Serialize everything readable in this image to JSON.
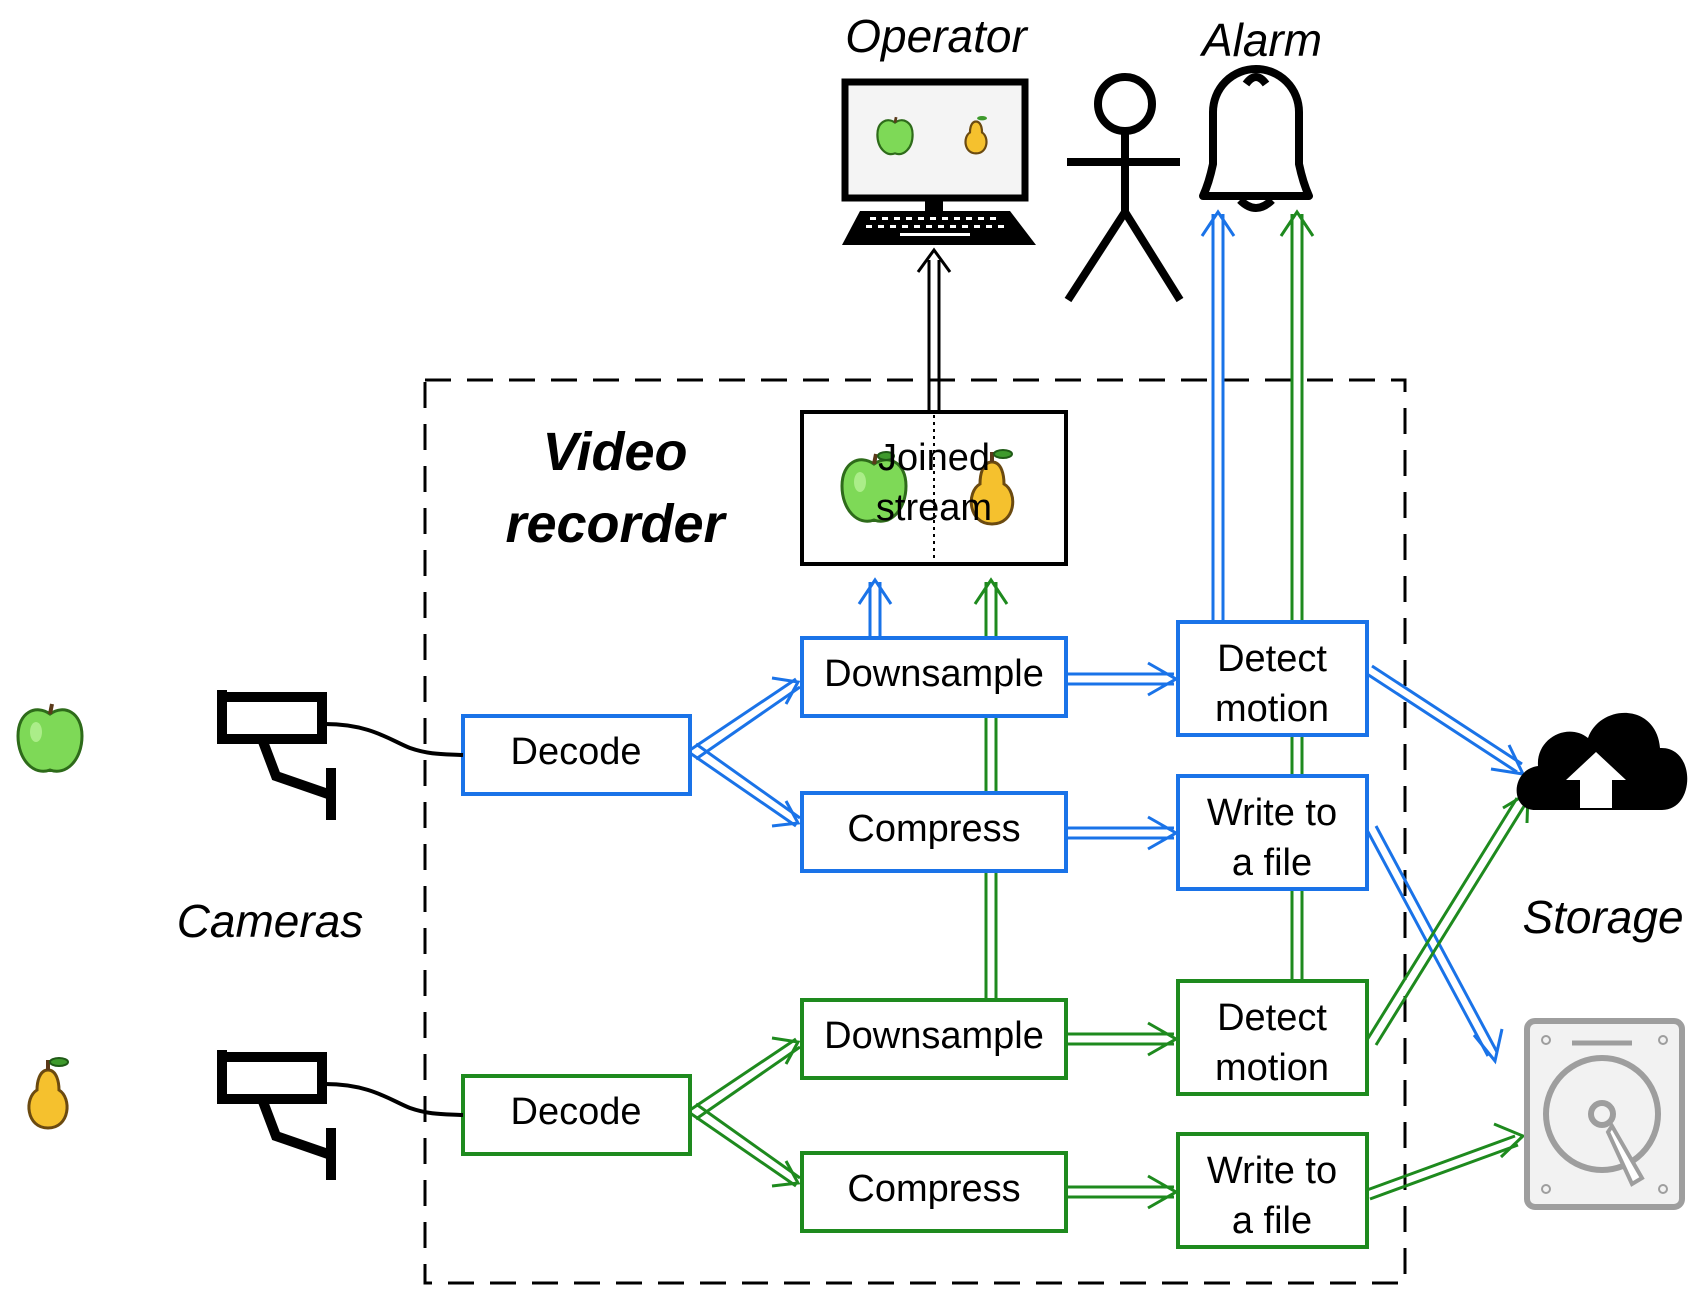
{
  "title": {
    "line1": "Video",
    "line2": "recorder"
  },
  "labels": {
    "operator": "Operator",
    "alarm": "Alarm",
    "cameras": "Cameras",
    "storage": "Storage"
  },
  "joined": {
    "line1": "Joined",
    "line2": "stream"
  },
  "blue_pipeline": {
    "decode": "Decode",
    "downsample": "Downsample",
    "compress": "Compress",
    "detect": {
      "line1": "Detect",
      "line2": "motion"
    },
    "write": {
      "line1": "Write to",
      "line2": "a file"
    }
  },
  "green_pipeline": {
    "decode": "Decode",
    "downsample": "Downsample",
    "compress": "Compress",
    "detect": {
      "line1": "Detect",
      "line2": "motion"
    },
    "write": {
      "line1": "Write to",
      "line2": "a file"
    }
  },
  "colors": {
    "blue": "#1a73e8",
    "green": "#1e8a1e",
    "black": "#000000",
    "apple": "#7ed957",
    "pear": "#f5c12e",
    "disk": "#9e9e9e"
  },
  "icons": {
    "apple": "green-apple-icon",
    "pear": "pear-icon",
    "camera": "security-camera-icon",
    "laptop": "laptop-icon",
    "person": "stick-figure-icon",
    "alarm": "bell-icon",
    "cloud": "cloud-upload-icon",
    "disk": "hard-disk-icon"
  }
}
